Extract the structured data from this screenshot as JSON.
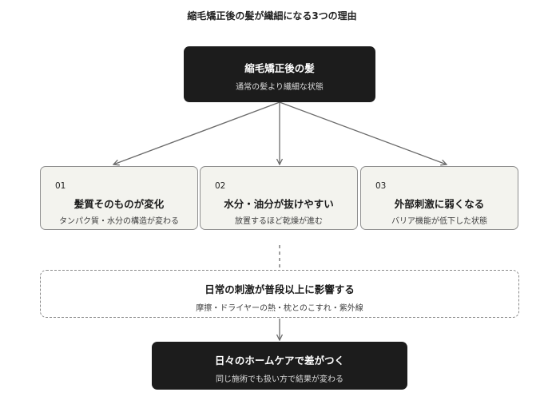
{
  "title": "縮毛矯正後の髪が繊細になる3つの理由",
  "root": {
    "title": "縮毛矯正後の髪",
    "subtitle": "通常の髪より繊細な状態"
  },
  "reasons": [
    {
      "number": "01",
      "title": "髪質そのものが変化",
      "subtitle": "タンパク質・水分の構造が変わる"
    },
    {
      "number": "02",
      "title": "水分・油分が抜けやすい",
      "subtitle": "放置するほど乾燥が進む"
    },
    {
      "number": "03",
      "title": "外部刺激に弱くなる",
      "subtitle": "バリア機能が低下した状態"
    }
  ],
  "impact": {
    "title": "日常の刺激が普段以上に影響する",
    "subtitle": "摩擦・ドライヤーの熱・枕とのこすれ・紫外線"
  },
  "conclusion": {
    "title": "日々のホームケアで差がつく",
    "subtitle": "同じ施術でも扱い方で結果が変わる"
  },
  "colors": {
    "dark_box": "#1c1c1c",
    "card_fill": "#f3f3ee",
    "line": "#6b6b6b"
  }
}
